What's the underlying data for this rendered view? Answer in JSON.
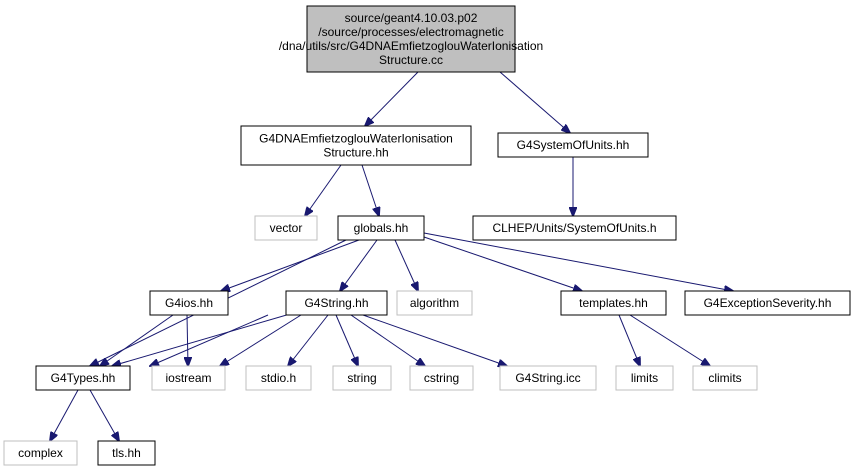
{
  "colors": {
    "edge": "#191970",
    "root_fill": "#bfbfbf",
    "box_border": "#000000",
    "missing_border": "#bfbfbf",
    "background": "#ffffff"
  },
  "nodes": {
    "root": {
      "lines": [
        "source/geant4.10.03.p02",
        "/source/processes/electromagnetic",
        "/dna/utils/src/G4DNAEmfietzoglouWaterIonisation",
        "Structure.cc"
      ]
    },
    "structure_hh": {
      "lines": [
        "G4DNAEmfietzoglouWaterIonisation",
        "Structure.hh"
      ]
    },
    "system_of_units_hh": {
      "lines": [
        "G4SystemOfUnits.hh"
      ]
    },
    "vector": {
      "lines": [
        "vector"
      ]
    },
    "globals_hh": {
      "lines": [
        "globals.hh"
      ]
    },
    "clhep_units": {
      "lines": [
        "CLHEP/Units/SystemOfUnits.h"
      ]
    },
    "g4ios_hh": {
      "lines": [
        "G4ios.hh"
      ]
    },
    "g4string_hh": {
      "lines": [
        "G4String.hh"
      ]
    },
    "algorithm": {
      "lines": [
        "algorithm"
      ]
    },
    "templates_hh": {
      "lines": [
        "templates.hh"
      ]
    },
    "g4exception_severity_hh": {
      "lines": [
        "G4ExceptionSeverity.hh"
      ]
    },
    "g4types_hh": {
      "lines": [
        "G4Types.hh"
      ]
    },
    "iostream": {
      "lines": [
        "iostream"
      ]
    },
    "stdio_h": {
      "lines": [
        "stdio.h"
      ]
    },
    "string": {
      "lines": [
        "string"
      ]
    },
    "cstring": {
      "lines": [
        "cstring"
      ]
    },
    "g4string_icc": {
      "lines": [
        "G4String.icc"
      ]
    },
    "limits": {
      "lines": [
        "limits"
      ]
    },
    "climits": {
      "lines": [
        "climits"
      ]
    },
    "complex": {
      "lines": [
        "complex"
      ]
    },
    "tls_hh": {
      "lines": [
        "tls.hh"
      ]
    }
  }
}
